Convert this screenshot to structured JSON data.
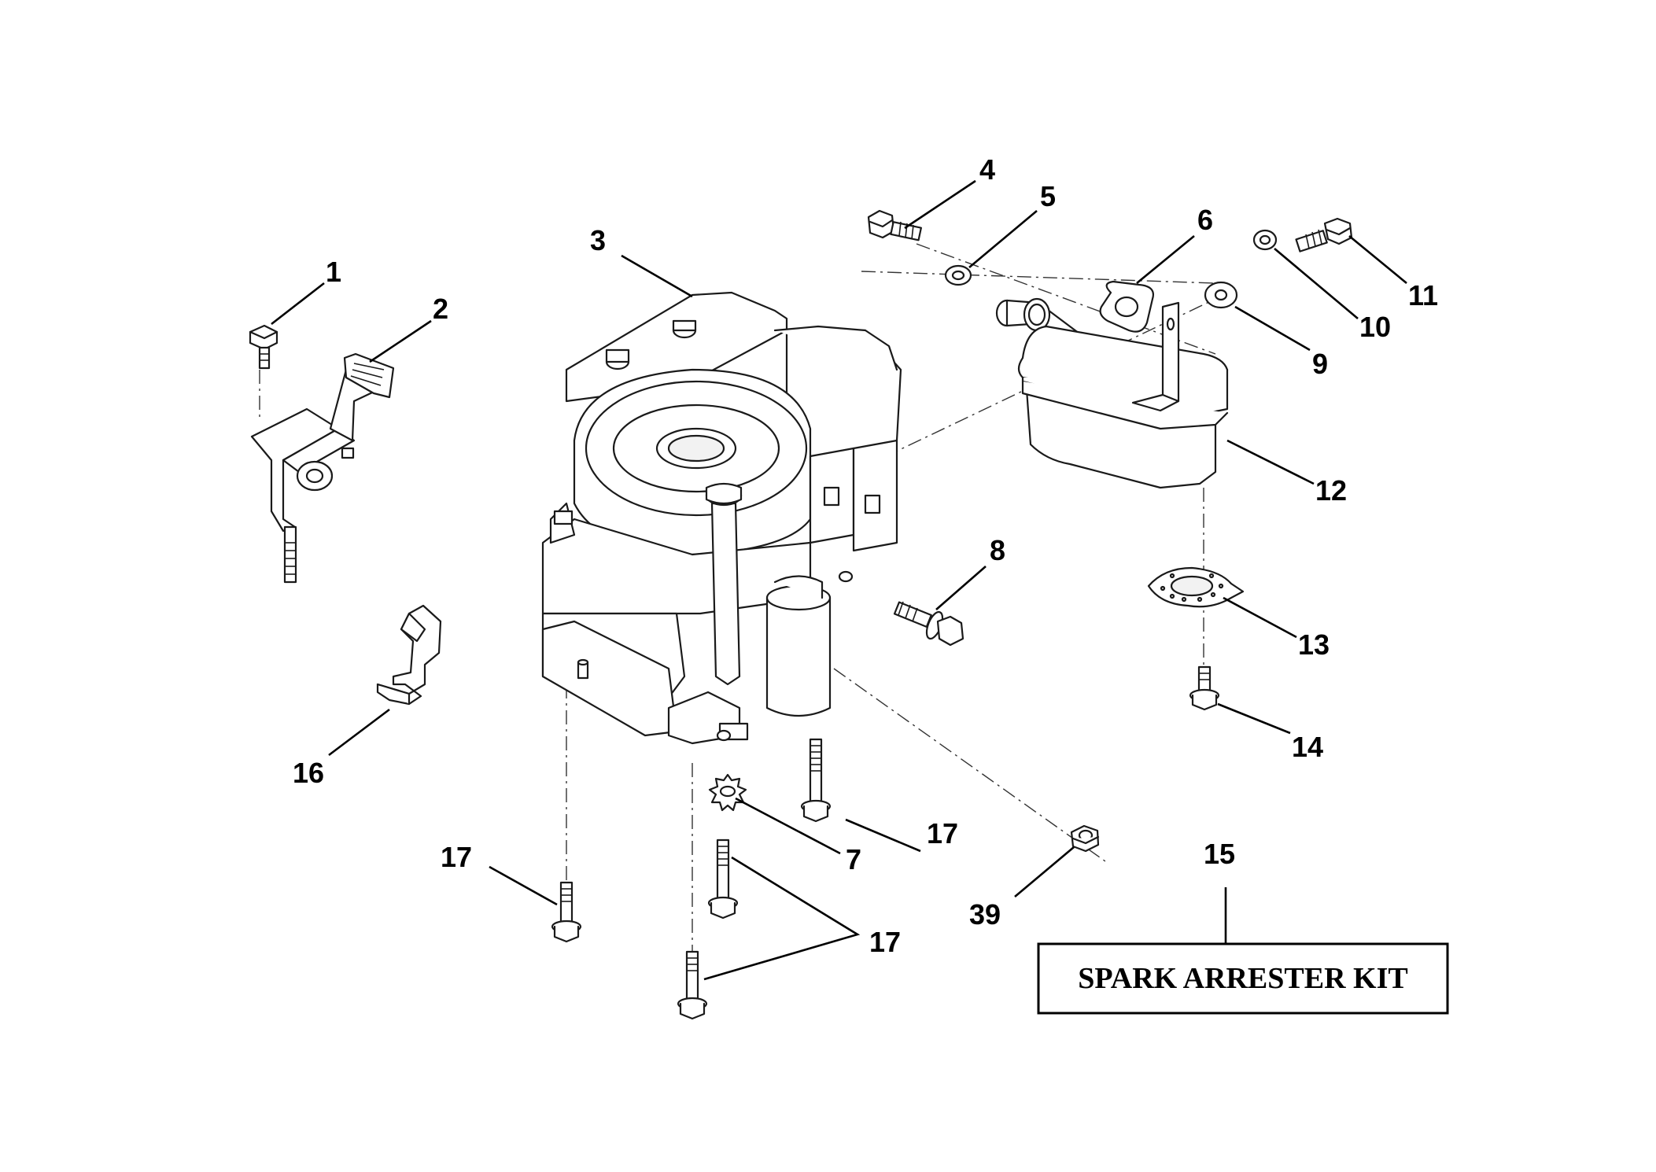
{
  "callouts": {
    "c1": "1",
    "c2": "2",
    "c3": "3",
    "c4": "4",
    "c5": "5",
    "c6": "6",
    "c7": "7",
    "c8": "8",
    "c9": "9",
    "c10": "10",
    "c11": "11",
    "c12": "12",
    "c13": "13",
    "c14": "14",
    "c15": "15",
    "c16": "16",
    "c17a": "17",
    "c17b": "17",
    "c17c": "17",
    "c17d": "17",
    "c39": "39"
  },
  "kit": {
    "label": "SPARK ARRESTER KIT"
  }
}
